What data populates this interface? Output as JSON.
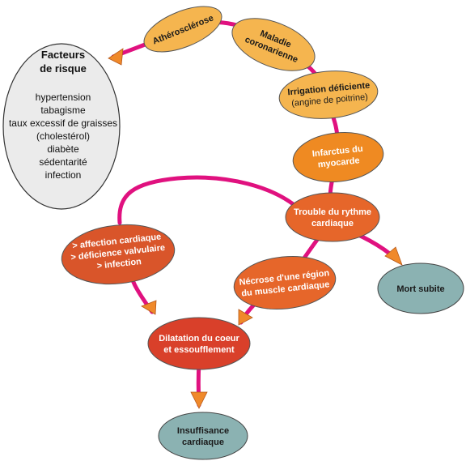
{
  "colors": {
    "path": "#e0117f",
    "arrow": "#f0892a",
    "node_light": "#f5b54f",
    "node_mid": "#ef8a22",
    "node_dark": "#e6662a",
    "node_red": "#d9402a",
    "node_teal": "#8bb2b2",
    "risk_fill": "#ebebeb"
  },
  "nodes": {
    "atherosclerose": "Athérosclérose",
    "maladie_coronarienne": [
      "Maladie",
      "coronarienne"
    ],
    "irrigation": [
      "Irrigation déficiente",
      "(angine de poitrine)"
    ],
    "infarctus": [
      "Infarctus du",
      "myocarde"
    ],
    "trouble_rythme": [
      "Trouble du rythme",
      "cardiaque"
    ],
    "mort_subite": "Mort subite",
    "necrose": [
      "Nécrose d'une région",
      "du muscle cardiaque"
    ],
    "affection": [
      "> affection cardiaque",
      "> déficience valvulaire",
      "> infection"
    ],
    "dilatation": [
      "Dilatation du coeur",
      "et essoufflement"
    ],
    "insuffisance": [
      "Insuffisance",
      "cardiaque"
    ]
  },
  "risk": {
    "title": [
      "Facteurs",
      "de risque"
    ],
    "items": [
      "hypertension",
      "tabagisme",
      "taux excessif de graisses",
      "(cholestérol)",
      "diabète",
      "sédentarité",
      "infection"
    ]
  }
}
